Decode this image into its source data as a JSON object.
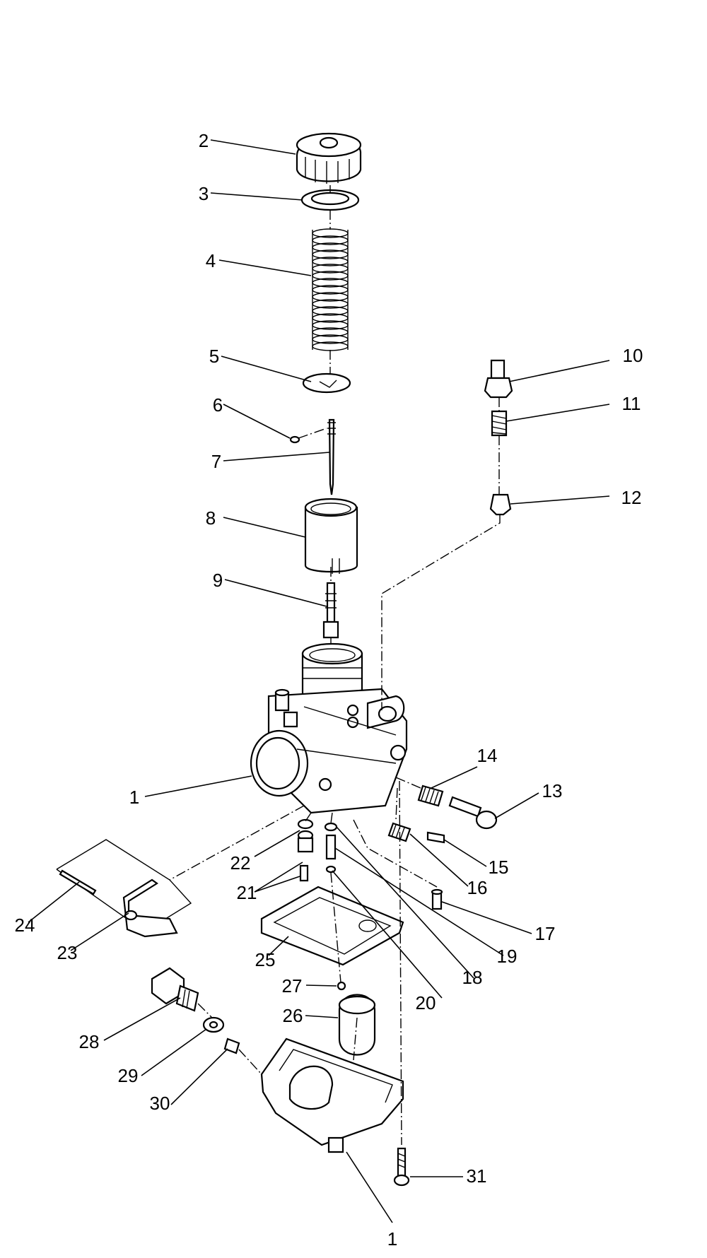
{
  "diagram": {
    "callouts": [
      {
        "id": "c1a",
        "label": "1"
      },
      {
        "id": "c1b",
        "label": "1"
      },
      {
        "id": "c2",
        "label": "2"
      },
      {
        "id": "c3",
        "label": "3"
      },
      {
        "id": "c4",
        "label": "4"
      },
      {
        "id": "c5",
        "label": "5"
      },
      {
        "id": "c6",
        "label": "6"
      },
      {
        "id": "c7",
        "label": "7"
      },
      {
        "id": "c8",
        "label": "8"
      },
      {
        "id": "c9",
        "label": "9"
      },
      {
        "id": "c10",
        "label": "10"
      },
      {
        "id": "c11",
        "label": "11"
      },
      {
        "id": "c12",
        "label": "12"
      },
      {
        "id": "c13",
        "label": "13"
      },
      {
        "id": "c14",
        "label": "14"
      },
      {
        "id": "c15",
        "label": "15"
      },
      {
        "id": "c16",
        "label": "16"
      },
      {
        "id": "c17",
        "label": "17"
      },
      {
        "id": "c18",
        "label": "18"
      },
      {
        "id": "c19",
        "label": "19"
      },
      {
        "id": "c20",
        "label": "20"
      },
      {
        "id": "c21",
        "label": "21"
      },
      {
        "id": "c22",
        "label": "22"
      },
      {
        "id": "c23",
        "label": "23"
      },
      {
        "id": "c24",
        "label": "24"
      },
      {
        "id": "c25",
        "label": "25"
      },
      {
        "id": "c26",
        "label": "26"
      },
      {
        "id": "c27",
        "label": "27"
      },
      {
        "id": "c28",
        "label": "28"
      },
      {
        "id": "c29",
        "label": "29"
      },
      {
        "id": "c30",
        "label": "30"
      },
      {
        "id": "c31",
        "label": "31"
      }
    ]
  }
}
